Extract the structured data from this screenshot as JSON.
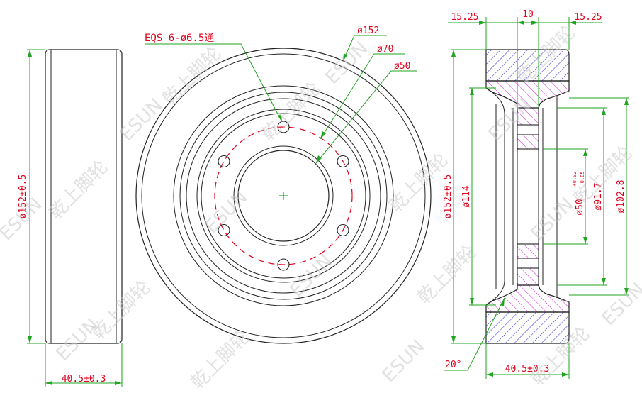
{
  "colors": {
    "outline": "#222222",
    "dimension_line": "#1fa51f",
    "dimension_text": "#e0001a",
    "hatch_tread": "#2b2bd6",
    "hatch_hub": "#d21fd2",
    "bolt_circle": "#e0001a",
    "center_mark": "#1fa51f",
    "watermark": "#c9c9c9"
  },
  "left_view": {
    "height_dim": "ø152±0.5",
    "width_dim": "40.5±0.3"
  },
  "front_view": {
    "hole_note": "EQS 6-ø6.5通",
    "dia_outer": "ø152",
    "dia_hub": "ø70",
    "dia_bore": "ø50"
  },
  "section_view": {
    "top_dim_left": "15.25",
    "top_dim_mid": "10",
    "top_dim_right": "15.25",
    "dia_outer": "ø152±0.5",
    "dia_114": "ø114",
    "dia_bore": "ø50",
    "bore_tol_upper": "+0.02",
    "bore_tol_lower": "-0.05",
    "dia_917": "ø91.7",
    "dia_1028": "ø102.8",
    "angle": "20°",
    "width_dim": "40.5±0.3"
  },
  "watermarks": [
    "乾上脚轮",
    "ESUN"
  ]
}
